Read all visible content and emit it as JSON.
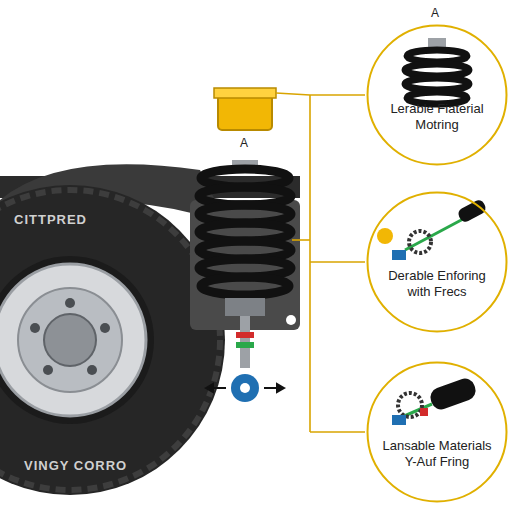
{
  "diagram": {
    "nodes": [
      {
        "text": [
          "Lerable Fiaterial Motring"
        ]
      },
      {
        "text": [
          "Derable Enforing with Frecs"
        ]
      },
      {
        "text": [
          "Lansable Materials Y-Auf Fring"
        ]
      }
    ],
    "labels": [
      "A",
      "A",
      "CITTPRED",
      "VINGY CORRO"
    ]
  }
}
